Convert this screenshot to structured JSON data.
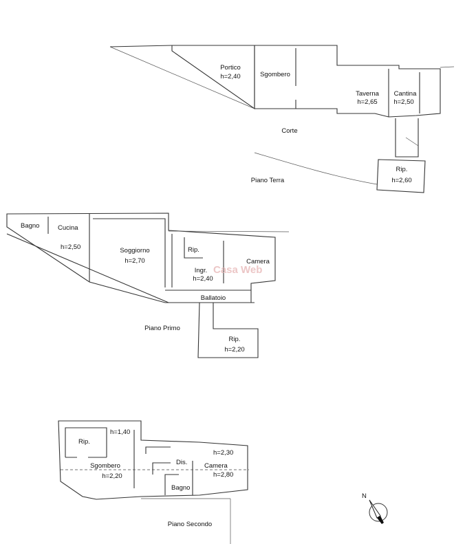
{
  "watermark": "Casa Web",
  "floors": {
    "terra": {
      "title": "Piano Terra",
      "rooms": [
        {
          "name": "Portico",
          "h": "h=2,40"
        },
        {
          "name": "Sgombero"
        },
        {
          "name": "Taverna",
          "h": "h=2,65"
        },
        {
          "name": "Cantina",
          "h": "h=2,50"
        },
        {
          "name": "Corte"
        },
        {
          "name": "Rip.",
          "h": "h=2,60"
        }
      ]
    },
    "primo": {
      "title": "Piano Primo",
      "rooms": [
        {
          "name": "Bagno"
        },
        {
          "name": "Cucina",
          "h": "h=2,50"
        },
        {
          "name": "Soggiorno",
          "h": "h=2,70"
        },
        {
          "name": "Rip."
        },
        {
          "name": "Ingr.",
          "h": "h=2,40"
        },
        {
          "name": "Camera"
        },
        {
          "name": "Ballatoio"
        },
        {
          "name": "Rip.",
          "h": "h=2,20"
        }
      ]
    },
    "secondo": {
      "title": "Piano Secondo",
      "rooms": [
        {
          "name": "Rip.",
          "h": "h=1,40"
        },
        {
          "name": "Sgombero",
          "h": "h=2,20"
        },
        {
          "name": "Dis."
        },
        {
          "name": "Camera",
          "h1": "h=2,30",
          "h2": "h=2,80"
        },
        {
          "name": "Bagno"
        }
      ]
    }
  },
  "compass": {
    "label": "N"
  }
}
